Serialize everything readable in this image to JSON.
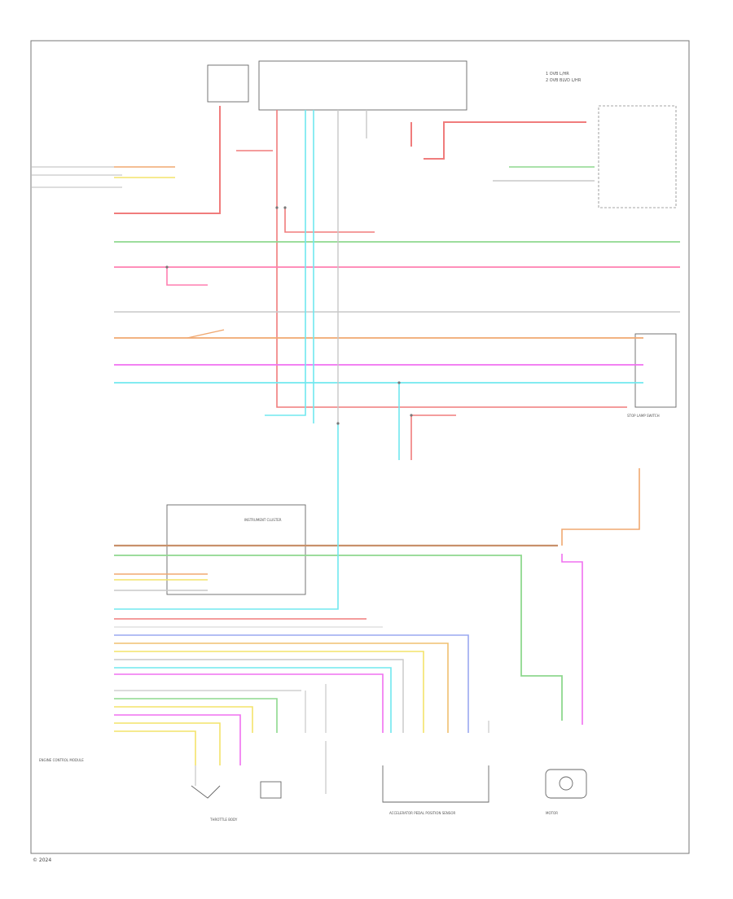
{
  "labels": {
    "top_right_line1": "1 OVB L/HR",
    "top_right_line2": "2 OVB BLVD L/HR",
    "brake_indicator": "STOP LAMP SWITCH",
    "instrument_module": "INSTRUMENT CLUSTER",
    "bottom_left": "ENGINE CONTROL MODULE",
    "throttle": "THROTTLE BODY",
    "accel_pedal": "ACCELERATOR PEDAL POSITION SENSOR",
    "motor": "MOTOR",
    "footer": "© 2024"
  },
  "colors": {
    "red": "#f07c7c",
    "green": "#8ed88e",
    "pink": "#ff7fb0",
    "orange": "#f0a870",
    "magenta": "#f070f0",
    "cyan": "#70e8ef",
    "yellow": "#f4e36a",
    "brown": "#c8906a",
    "blue": "#9aa8f0",
    "lightgreen": "#b6f0a0",
    "gray": "#c8c8c8"
  }
}
